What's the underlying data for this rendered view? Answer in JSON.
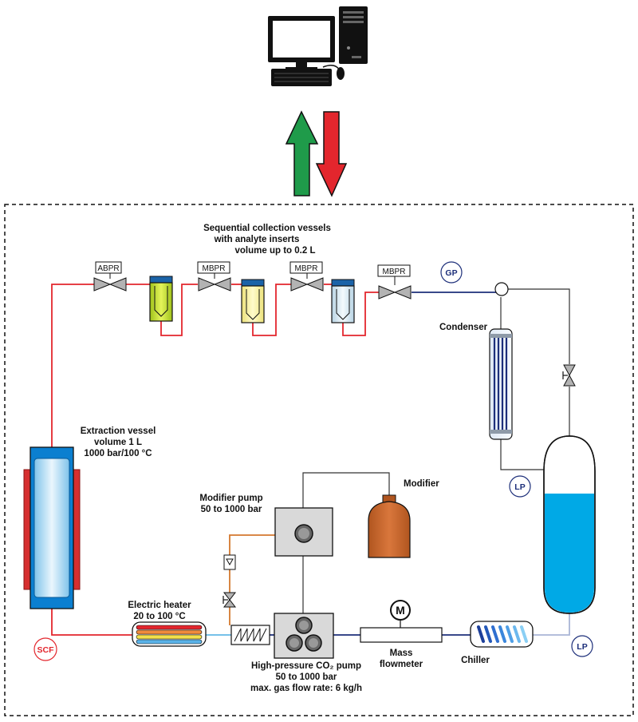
{
  "labels": {
    "collection": [
      "Sequential collection vessels",
      "with analyte inserts",
      "volume up to 0.2 L"
    ],
    "extraction": [
      "Extraction vessel",
      "volume 1 L",
      "1000 bar/100 °C"
    ],
    "modifier_pump": [
      "Modifier pump",
      "50 to 1000 bar"
    ],
    "modifier": "Modifier",
    "heater": [
      "Electric heater",
      "20 to 100 °C"
    ],
    "co2_pump": [
      "High-pressure CO₂ pump",
      "50 to 1000 bar",
      "max. gas flow rate: 6 kg/h"
    ],
    "flowmeter": [
      "Mass",
      "flowmeter"
    ],
    "chiller": "Chiller",
    "condenser": "Condenser"
  },
  "valve_tags": {
    "abpr": "ABPR",
    "mbpr1": "MBPR",
    "mbpr2": "MBPR",
    "mbpr3": "MBPR"
  },
  "circle_tags": {
    "gp": "GP",
    "lp_top": "LP",
    "lp_bottom": "LP",
    "scf": "SCF",
    "motor": "M"
  },
  "colors": {
    "scf_line": "#e3262d",
    "co2_line": "#1d2f7a",
    "modifier_line": "#d4782e",
    "arrow_up": "#1f9b4a",
    "arrow_down": "#e3262d",
    "liquid": "#00a9e6",
    "bottle": "#c8622c"
  },
  "icons": [
    "computer-icon",
    "arrow-up-icon",
    "arrow-down-icon"
  ]
}
